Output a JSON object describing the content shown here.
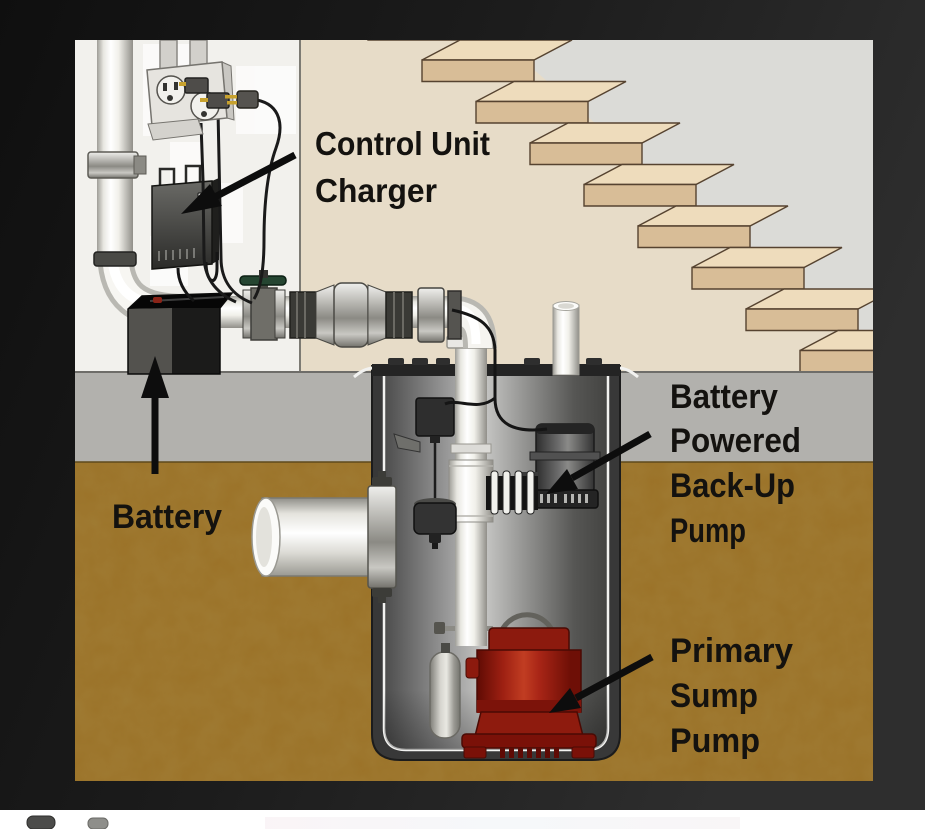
{
  "diagram": {
    "description": "Cutaway illustration of a basement sump pit with a primary sump pump and a battery powered back-up pump system",
    "labels": {
      "control_unit_charger": {
        "line1": "Control Unit",
        "line2": "Charger"
      },
      "battery": {
        "text": "Battery"
      },
      "backup_pump": {
        "line1": "Battery",
        "line2": "Powered",
        "line3": "Back-Up",
        "line4": "Pump"
      },
      "primary_pump": {
        "line1": "Primary",
        "line2": "Sump",
        "line3": "Pump"
      }
    },
    "components": {
      "outlet": "wall-outlet-with-plugs",
      "charger": "control-unit-charger-box",
      "battery": "battery-box",
      "left_pipe": "vertical-discharge-pipe-wall",
      "gate_valve": "shutoff-valve-green-handle",
      "check_valve": "check-valve",
      "union": "pipe-union",
      "sump_basin": "sump-pit-liner",
      "inlet_pipe": "drain-tile-inlet-pipe",
      "float_switch": "float-switch-assembly",
      "backup_pump": "battery-backup-pump",
      "primary_pump": "primary-sump-pump",
      "vent_pipe": "vent-pipe",
      "stairs": "basement-stairs"
    },
    "colors": {
      "frame_background": "#1a1a1a",
      "wall_left": "#f2f1ed",
      "wall_right": "#e7dcc8",
      "stair_tread": "#eedcbc",
      "stair_riser": "#d8bd97",
      "above_stairs": "#dbdbd7",
      "floor_slab": "#b2b1ad",
      "soil": "#9b7228",
      "basin_dark": "#383838",
      "pump_red": "#9e2012",
      "valve_handle_green": "#254531",
      "label_text": "#14120f",
      "arrow": "#0d0d0d"
    }
  }
}
